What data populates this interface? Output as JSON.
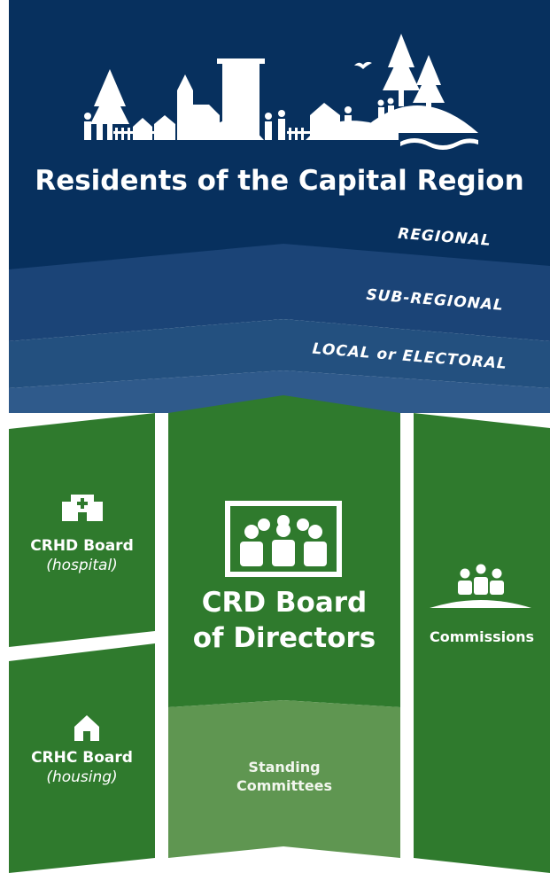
{
  "header": {
    "title": "Residents of the Capital Region",
    "bands": [
      {
        "label": "REGIONAL",
        "color": "#1b4477"
      },
      {
        "label": "SUB-REGIONAL",
        "color": "#23507f"
      },
      {
        "label": "LOCAL or ELECTORAL",
        "color": "#2f5a8b"
      }
    ],
    "background_color": "#07305e",
    "illustration_icon": "town-skyline-icon"
  },
  "boards": {
    "crhd": {
      "name": "CRHD Board",
      "sub": "(hospital)",
      "icon": "hospital-icon"
    },
    "crhc": {
      "name": "CRHC Board",
      "sub": "(housing)",
      "icon": "house-icon"
    },
    "crd": {
      "name_line1": "CRD Board",
      "name_line2": "of Directors",
      "icon": "board-meeting-icon"
    },
    "standing": {
      "line1": "Standing",
      "line2": "Committees"
    },
    "commissions": {
      "name": "Commissions",
      "icon": "group-icon"
    }
  },
  "colors": {
    "green": "#2f7a2d",
    "light_green": "#5f9651",
    "white": "#ffffff"
  }
}
